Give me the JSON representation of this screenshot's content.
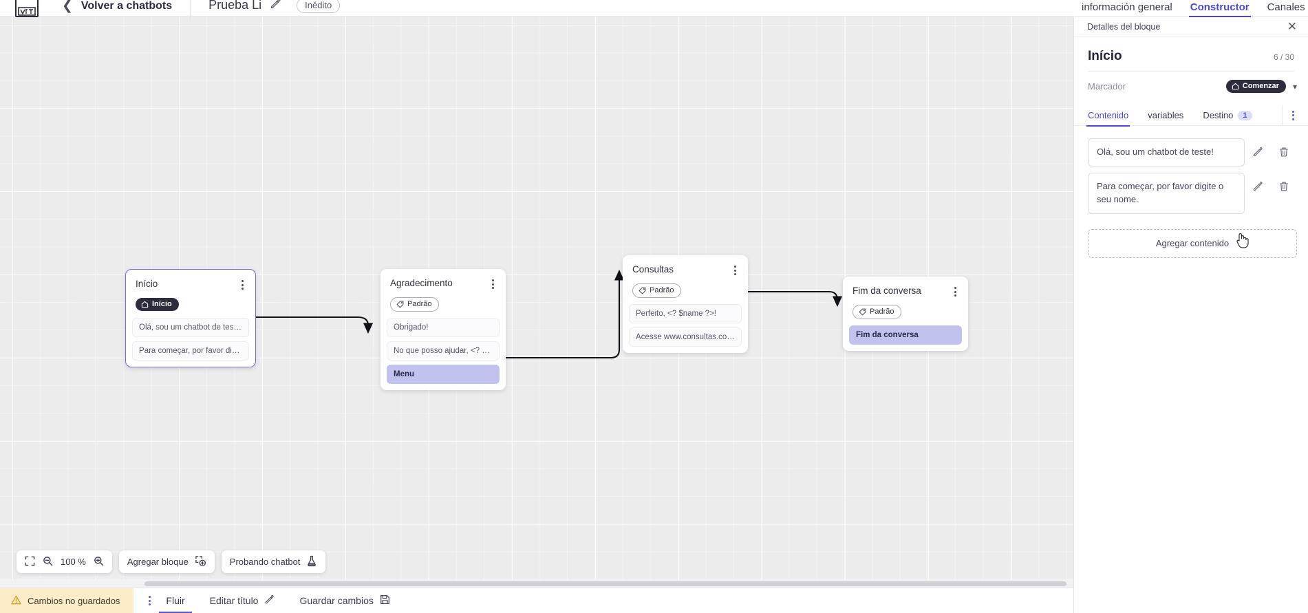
{
  "header": {
    "logo_icon": "vtex-logo-icon",
    "back_label": "Volver a chatbots",
    "back_icon": "chevron-left-icon",
    "bot_title": "Prueba Li",
    "edit_icon": "pencil-icon",
    "status_badge": "Inédito"
  },
  "right_tabs": [
    {
      "label": "información general",
      "active": false
    },
    {
      "label": "Constructor",
      "active": true
    },
    {
      "label": "Canales",
      "active": false
    }
  ],
  "panel": {
    "header_title": "Detalles del bloque",
    "close_icon": "close-icon",
    "block_title": "Início",
    "char_count": "6 / 30",
    "marker_label": "Marcador",
    "marker_badge": "Comenzar",
    "marker_badge_icon": "home-icon",
    "marker_chevron_icon": "chevron-down-icon",
    "kebab_icon": "more-vertical-icon",
    "tabs": [
      {
        "label": "Contenido",
        "active": true,
        "count": null
      },
      {
        "label": "variables",
        "active": false,
        "count": null
      },
      {
        "label": "Destino",
        "active": false,
        "count": "1"
      }
    ],
    "contents": [
      {
        "text": "Olá, sou um chatbot de teste!",
        "edit_icon": "pencil-icon",
        "delete_icon": "trash-icon"
      },
      {
        "text": "Para começar, por favor digite o seu nome.",
        "edit_icon": "pencil-icon",
        "delete_icon": "trash-icon"
      }
    ],
    "add_content_label": "Agregar contenido"
  },
  "canvas": {
    "nodes": [
      {
        "title": "Início",
        "tag": "Início",
        "tag_style": "dark",
        "tag_icon": "home-icon",
        "selected": true,
        "kebab_icon": "more-vertical-icon",
        "messages": [
          {
            "text": "Olá, sou um chatbot de teste!",
            "accent": false
          },
          {
            "text": "Para começar, por favor digite o ...",
            "accent": false
          }
        ]
      },
      {
        "title": "Agradecimento",
        "tag": "Padrão",
        "tag_style": "light",
        "tag_icon": "tag-icon",
        "selected": false,
        "kebab_icon": "more-vertical-icon",
        "messages": [
          {
            "text": "Obrigado!",
            "accent": false
          },
          {
            "text": "No que posso ajudar, <? $name ...",
            "accent": false
          },
          {
            "text": "Menu",
            "accent": true
          }
        ]
      },
      {
        "title": "Consultas",
        "tag": "Padrão",
        "tag_style": "light",
        "tag_icon": "tag-icon",
        "selected": false,
        "kebab_icon": "more-vertical-icon",
        "messages": [
          {
            "text": "Perfeito, <? $name ?>!",
            "accent": false
          },
          {
            "text": "Acesse www.consultas.com par...",
            "accent": false
          }
        ]
      },
      {
        "title": "Fim da conversa",
        "tag": "Padrão",
        "tag_style": "light",
        "tag_icon": "tag-icon",
        "selected": false,
        "kebab_icon": "more-vertical-icon",
        "messages": [
          {
            "text": "Fim da conversa",
            "accent": true
          }
        ]
      }
    ]
  },
  "toolbar": {
    "fit_icon": "fit-screen-icon",
    "zoom_out_icon": "zoom-out-icon",
    "zoom_level": "100 %",
    "zoom_in_icon": "zoom-in-icon",
    "add_block_label": "Agregar bloque",
    "add_block_icon": "add-block-icon",
    "test_chatbot_label": "Probando chatbot",
    "test_chatbot_icon": "flask-icon"
  },
  "statusbar": {
    "unsaved_label": "Cambios no guardados",
    "warning_icon": "warning-icon",
    "kebab_icon": "more-vertical-icon",
    "flow_label": "Fluir",
    "edit_title_label": "Editar título",
    "edit_title_icon": "pencil-icon",
    "save_label": "Guardar cambios",
    "save_icon": "save-icon"
  },
  "colors": {
    "accent": "#4a4ad4",
    "dark_badge": "#2c2c3c",
    "node_accent_msg": "#c2c2ee",
    "unsaved_bg": "#fdecc8",
    "canvas_bg": "#ececed"
  }
}
